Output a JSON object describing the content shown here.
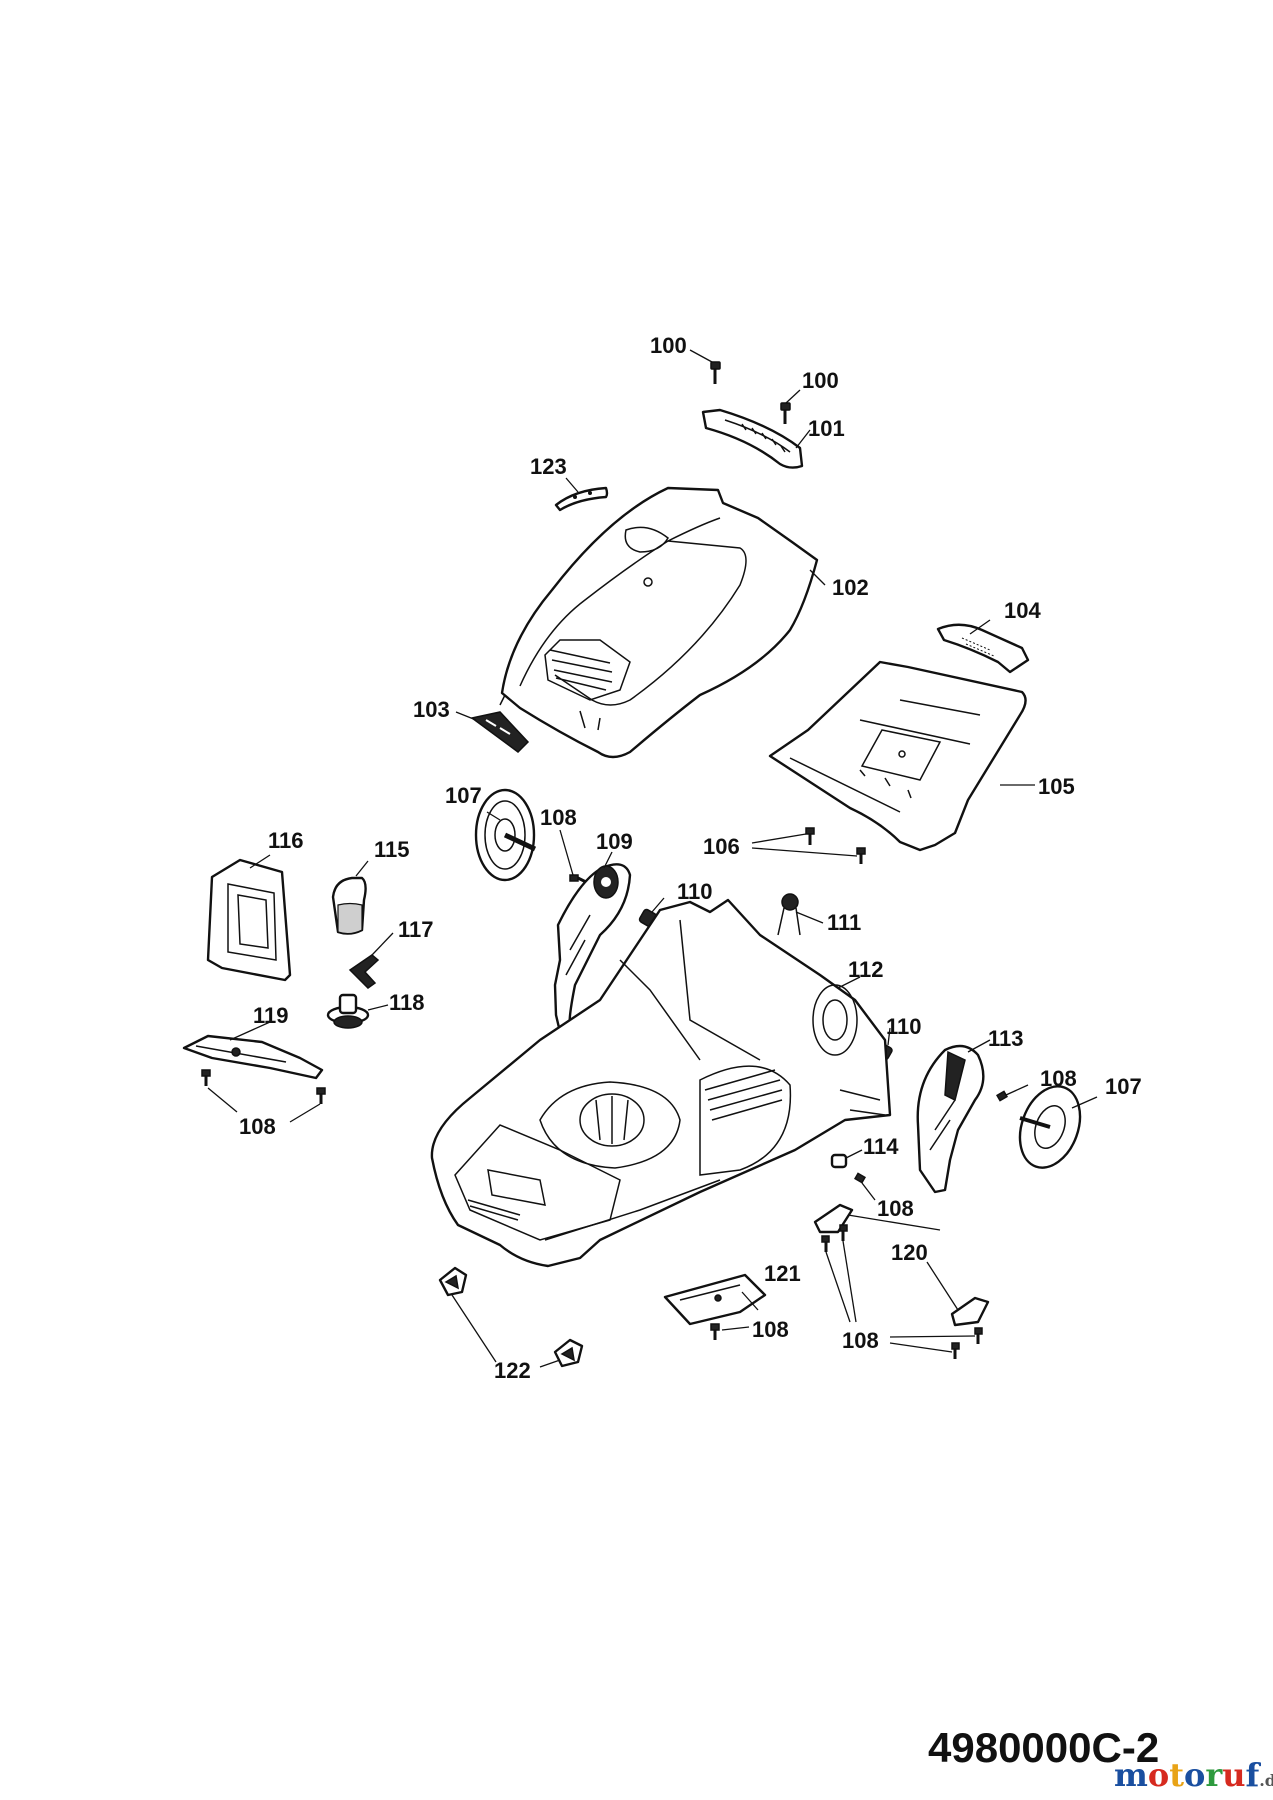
{
  "diagram": {
    "part_labels": {
      "p100a": "100",
      "p100b": "100",
      "p101": "101",
      "p102": "102",
      "p103": "103",
      "p104": "104",
      "p105": "105",
      "p106": "106",
      "p107a": "107",
      "p107b": "107",
      "p108a": "108",
      "p108b": "108",
      "p108c": "108",
      "p108d": "108",
      "p108e": "108",
      "p108f": "108",
      "p109": "109",
      "p110a": "110",
      "p110b": "110",
      "p111": "111",
      "p112": "112",
      "p113": "113",
      "p114": "114",
      "p115": "115",
      "p116": "116",
      "p117": "117",
      "p118": "118",
      "p119": "119",
      "p120": "120",
      "p121": "121",
      "p122": "122",
      "p123": "123"
    },
    "drawing_number": "4980000C-2",
    "watermark": {
      "letters": [
        "m",
        "o",
        "t",
        "o",
        "r",
        "u",
        "f"
      ],
      "suffix": ".de",
      "colors": [
        "#1a4fa0",
        "#d62a1f",
        "#e8a317",
        "#1a4fa0",
        "#2e9a3e",
        "#d62a1f",
        "#1a4fa0"
      ]
    }
  }
}
